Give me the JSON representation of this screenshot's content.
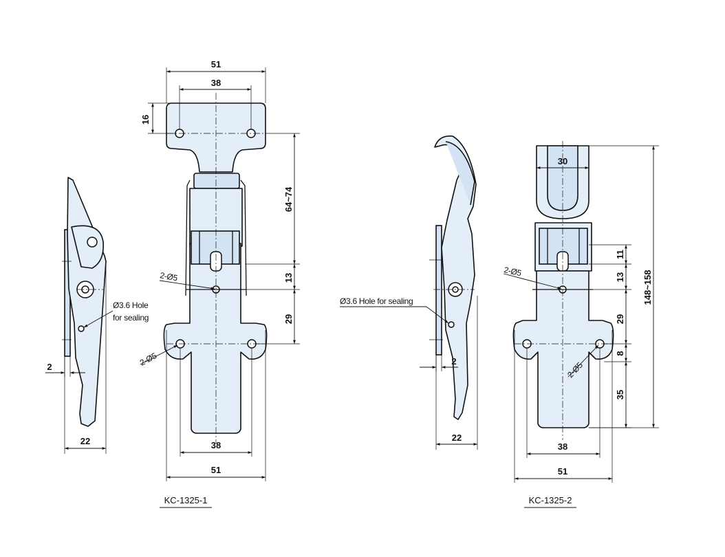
{
  "left": {
    "caption": "KC-1325-1",
    "dims": {
      "top_outer": "51",
      "top_inner": "38",
      "tab_height": "16",
      "adjust_range": "64~74",
      "pivot_gap": "13",
      "lower_gap": "29",
      "bottom_inner": "38",
      "bottom_outer": "51",
      "side_depth": "22",
      "side_thickness": "2"
    },
    "labels": {
      "holes_upper": "2-Ø5",
      "holes_lower": "2-Ø5",
      "seal_hole_line1": "Ø3.6 Hole",
      "seal_hole_line2": "for sealing"
    }
  },
  "right": {
    "caption": "KC-1325-2",
    "dims": {
      "hook_width": "30",
      "total_length": "148~158",
      "top_gap": "11",
      "pivot_gap": "13",
      "lower_gap": "29",
      "hole_gap": "8",
      "bottom_length": "35",
      "bottom_inner": "38",
      "bottom_outer": "51",
      "side_depth": "22",
      "side_thickness": "2"
    },
    "labels": {
      "holes_upper": "2-Ø5",
      "holes_lower": "2-Ø5",
      "seal_hole": "Ø3.6 Hole for sealing"
    }
  }
}
